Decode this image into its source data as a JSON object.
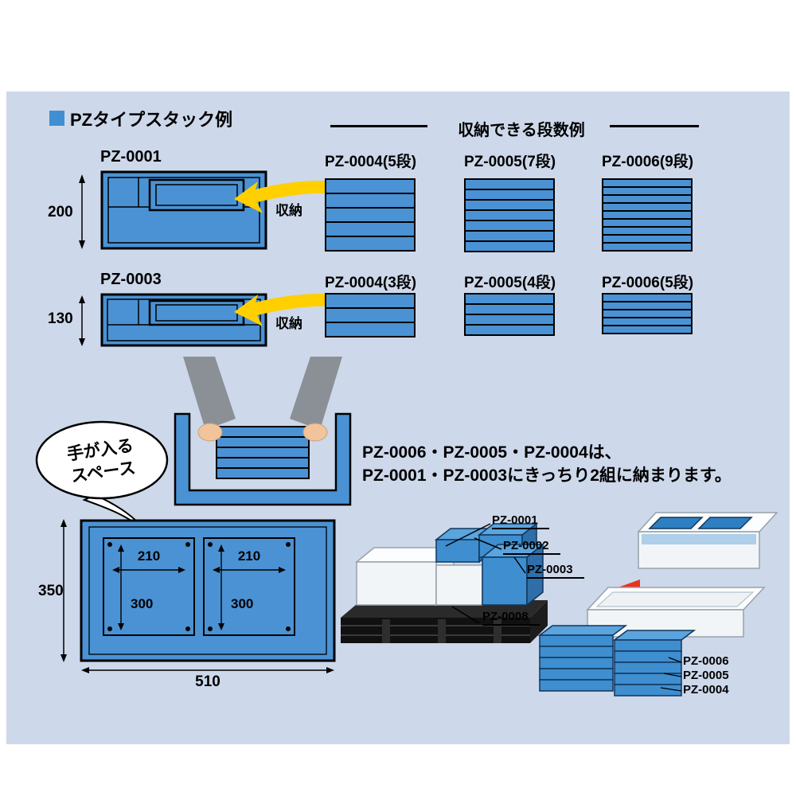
{
  "colors": {
    "panel_bg": "#cdd8ea",
    "container_blue": "#4a92d4",
    "arrow_yellow": "#ffcf00",
    "red_arrow": "#e8341c",
    "pallet_black": "#161616"
  },
  "header": {
    "title": "PZタイプスタック例"
  },
  "columns_header": {
    "label": "収納できる段数例"
  },
  "rows": [
    {
      "container_label": "PZ-0001",
      "height_dim": "200",
      "arrow_label": "収納",
      "stacks": [
        {
          "label": "PZ-0004(5段)",
          "count": 5
        },
        {
          "label": "PZ-0005(7段)",
          "count": 7
        },
        {
          "label": "PZ-0006(9段)",
          "count": 9
        }
      ]
    },
    {
      "container_label": "PZ-0003",
      "height_dim": "130",
      "arrow_label": "収納",
      "stacks": [
        {
          "label": "PZ-0004(3段)",
          "count": 3
        },
        {
          "label": "PZ-0005(4段)",
          "count": 4
        },
        {
          "label": "PZ-0006(5段)",
          "count": 5
        }
      ]
    }
  ],
  "hand_space_bubble": {
    "line1": "手が入る",
    "line2": "スペース"
  },
  "fit_note": {
    "line1": "PZ-0006・PZ-0005・PZ-0004は、",
    "line2": "PZ-0001・PZ-0003にきっちり2組に納まります。"
  },
  "dimension_diagram": {
    "outer_height": "350",
    "outer_width": "510",
    "compartment_width": "210",
    "compartment_height": "300"
  },
  "pallet_diagram": {
    "labels": [
      "PZ-0001",
      "PZ-0002",
      "PZ-0003",
      "PZ-0008"
    ]
  },
  "tray_stack_labels": [
    "PZ-0006",
    "PZ-0005",
    "PZ-0004"
  ]
}
